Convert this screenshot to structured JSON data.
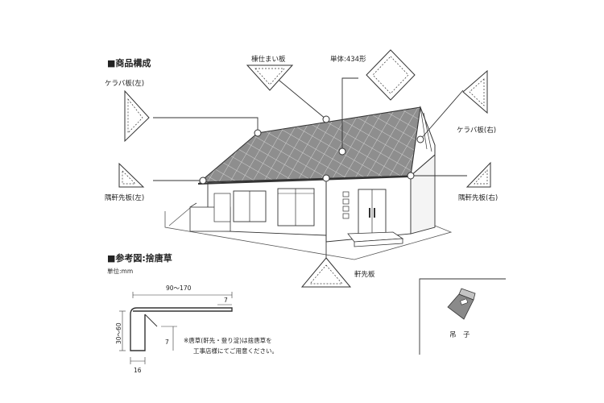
{
  "products": {
    "heading": "■商品構成",
    "items": [
      {
        "key": "kerabaL",
        "label": "ケラバ板(左)"
      },
      {
        "key": "mune",
        "label": "棟仕まい板"
      },
      {
        "key": "single",
        "label": "単体:434形"
      },
      {
        "key": "kerabaR",
        "label": "ケラバ板(右)"
      },
      {
        "key": "sumiL",
        "label": "隅軒先板(左)"
      },
      {
        "key": "sumiR",
        "label": "隅軒先板(右)"
      },
      {
        "key": "nokisaki",
        "label": "軒先板"
      }
    ]
  },
  "reference": {
    "heading": "■参考図:捨唐草",
    "unit": "単位:mm",
    "dims": {
      "top": "90〜170",
      "right_top": "7",
      "height": "30〜60",
      "right_low": "7",
      "bottom": "16"
    },
    "note_lines": [
      "※唐草(軒先・登り淀)は捨唐草を",
      "工事店様にてご用意ください。"
    ]
  },
  "hanger": {
    "label": "吊　子"
  }
}
